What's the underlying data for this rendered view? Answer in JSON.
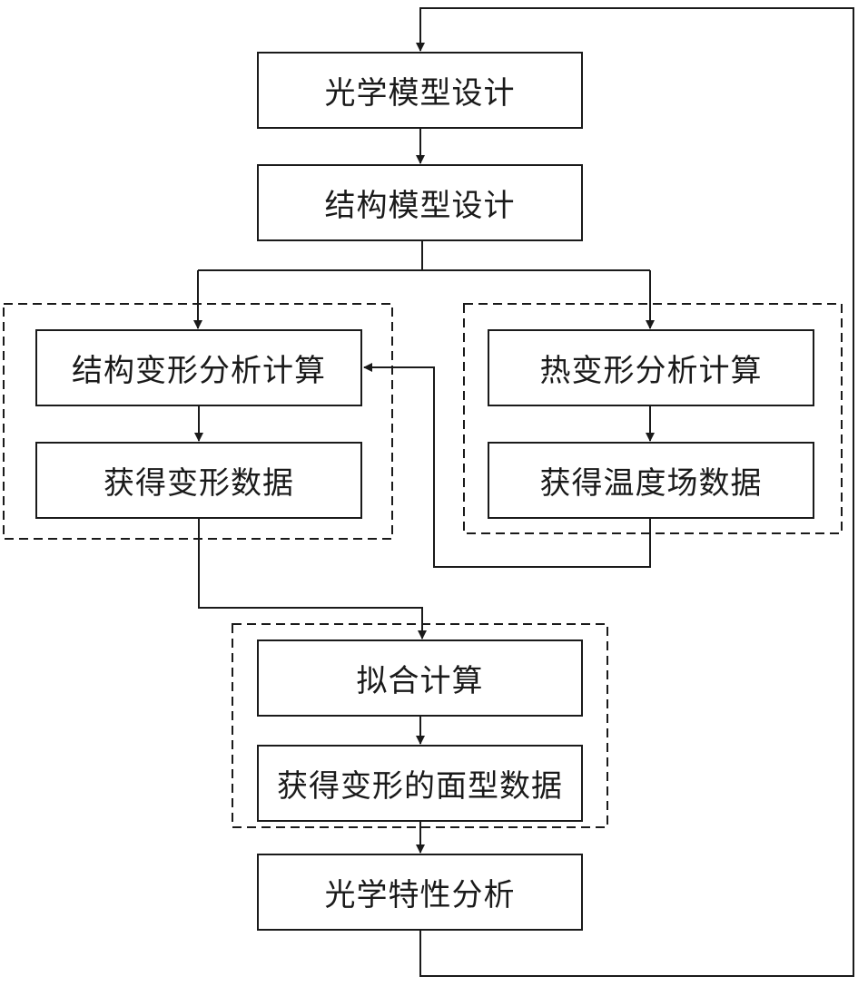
{
  "diagram": {
    "nodes": {
      "optical_model_design": "光学模型设计",
      "structural_model_design": "结构模型设计",
      "structural_deformation_analysis": "结构变形分析计算",
      "obtain_deformation_data": "获得变形数据",
      "thermal_deformation_analysis": "热变形分析计算",
      "obtain_temperature_field_data": "获得温度场数据",
      "fitting_calculation": "拟合计算",
      "obtain_deformed_surface_data": "获得变形的面型数据",
      "optical_performance_analysis": "光学特性分析"
    },
    "edges": [
      {
        "from": "optical_model_design",
        "to": "structural_model_design"
      },
      {
        "from": "structural_model_design",
        "to": "structural_deformation_analysis"
      },
      {
        "from": "structural_model_design",
        "to": "thermal_deformation_analysis"
      },
      {
        "from": "structural_deformation_analysis",
        "to": "obtain_deformation_data"
      },
      {
        "from": "thermal_deformation_analysis",
        "to": "obtain_temperature_field_data"
      },
      {
        "from": "obtain_temperature_field_data",
        "to": "structural_deformation_analysis"
      },
      {
        "from": "obtain_deformation_data",
        "to": "fitting_calculation"
      },
      {
        "from": "fitting_calculation",
        "to": "obtain_deformed_surface_data"
      },
      {
        "from": "obtain_deformed_surface_data",
        "to": "optical_performance_analysis"
      },
      {
        "from": "optical_performance_analysis",
        "to": "optical_model_design"
      }
    ],
    "groups": [
      "structural-analysis-group",
      "thermal-analysis-group",
      "fitting-group"
    ],
    "colors": {
      "line": "#1a1a1a",
      "background": "#ffffff"
    }
  }
}
